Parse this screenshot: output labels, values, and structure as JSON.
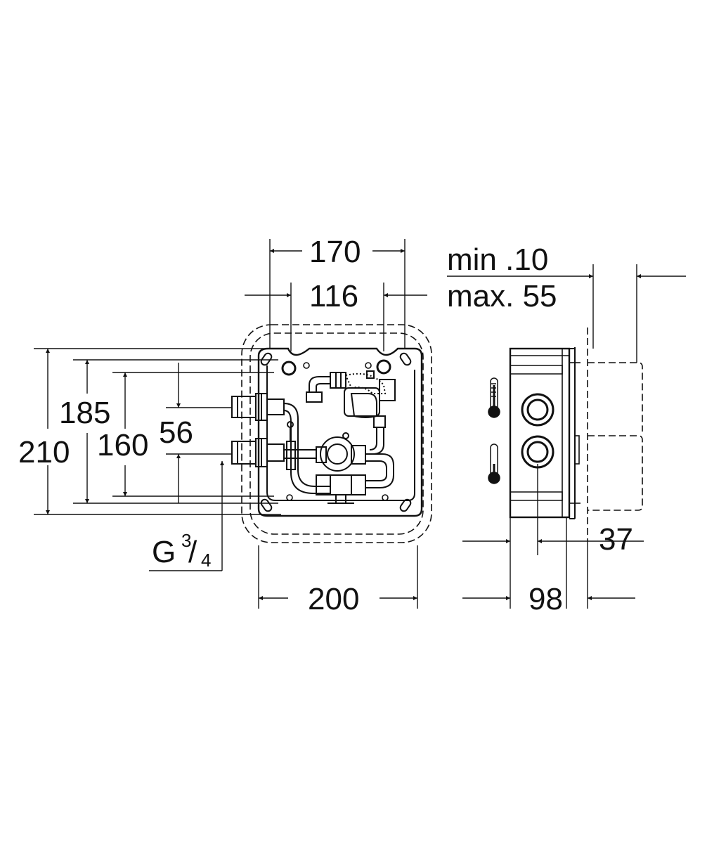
{
  "dimensions": {
    "width_170": "170",
    "width_116": "116",
    "width_200": "200",
    "height_210": "210",
    "height_185": "185",
    "height_160": "160",
    "spacing_56": "56",
    "thread": "G",
    "thread_num": "3",
    "thread_den": "4",
    "depth_min": "min .10",
    "depth_max": "max. 55",
    "depth_37": "37",
    "depth_98": "98"
  },
  "icons": [
    "thermometer-hot-icon",
    "thermometer-cold-icon"
  ],
  "colors": {
    "line": "#111111",
    "background": "#ffffff"
  }
}
